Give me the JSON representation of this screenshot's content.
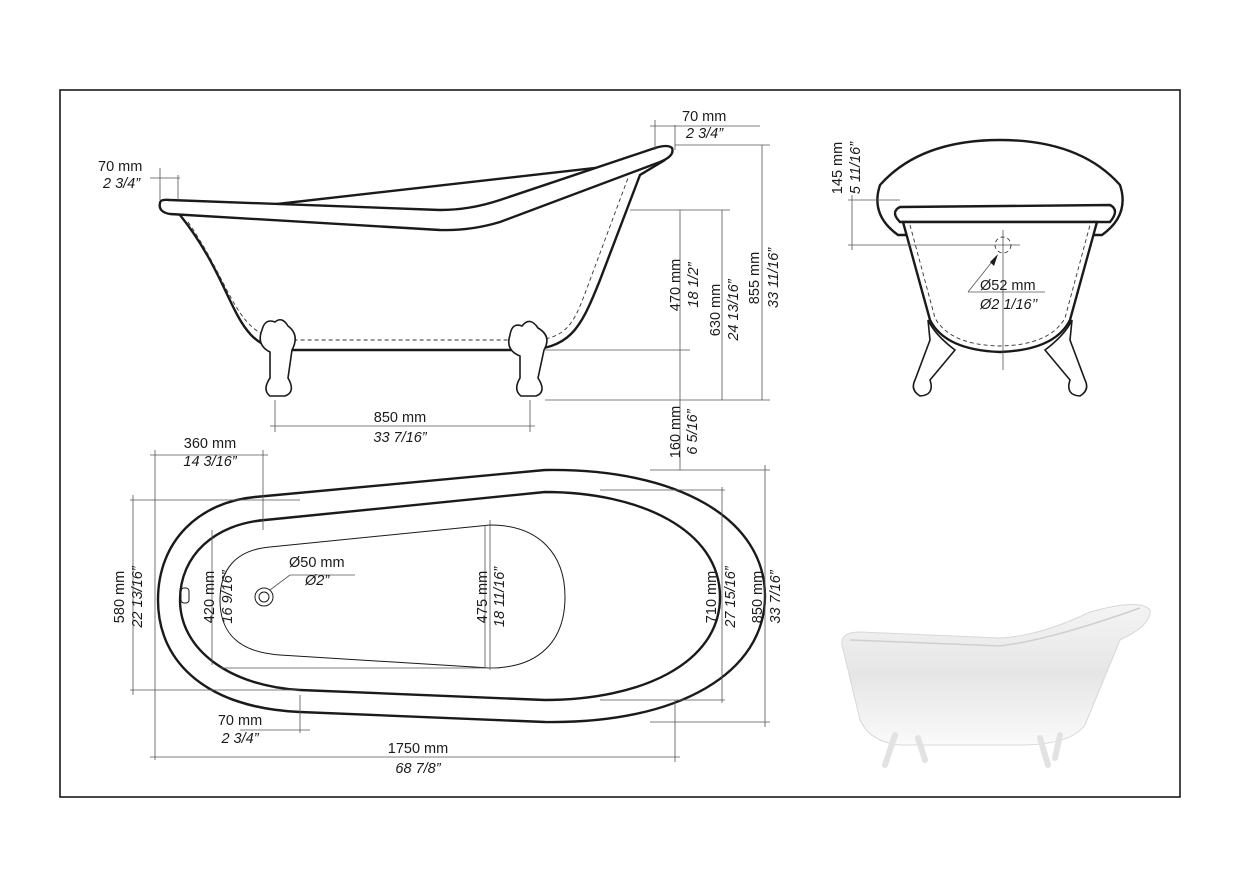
{
  "side_view": {
    "head_rim_mm": "70 mm",
    "head_rim_in": "2 3/4”",
    "left_rim_mm": "70 mm",
    "left_rim_in": "2 3/4”",
    "inner_depth_mm": "470 mm",
    "inner_depth_in": "18 1/2”",
    "body_height_mm": "630 mm",
    "body_height_in": "24 13/16”",
    "total_height_mm": "855 mm",
    "total_height_in": "33 11/16”",
    "leg_height_mm": "160 mm",
    "leg_height_in": "6 5/16”",
    "leg_span_mm": "850 mm",
    "leg_span_in": "33 7/16”"
  },
  "end_view": {
    "back_rise_mm": "145 mm",
    "back_rise_in": "5 11/16”",
    "overflow_mm": "Ø52 mm",
    "overflow_in": "Ø2 1/16’’"
  },
  "top_view": {
    "drain_offset_mm": "360 mm",
    "drain_offset_in": "14 3/16”",
    "left_width_mm": "580 mm",
    "left_width_in": "22 13/16”",
    "basin_left_mm": "420 mm",
    "basin_left_in": "16 9/16”",
    "drain_mm": "Ø50 mm",
    "drain_in": "Ø2”",
    "basin_right_mm": "475 mm",
    "basin_right_in": "18 11/16”",
    "inner_width_mm": "710 mm",
    "inner_width_in": "27 15/16”",
    "outer_width_mm": "850 mm",
    "outer_width_in": "33 7/16”",
    "rim_mm": "70 mm",
    "rim_in": "2 3/4”",
    "length_mm": "1750 mm",
    "length_in": "68 7/8”"
  }
}
